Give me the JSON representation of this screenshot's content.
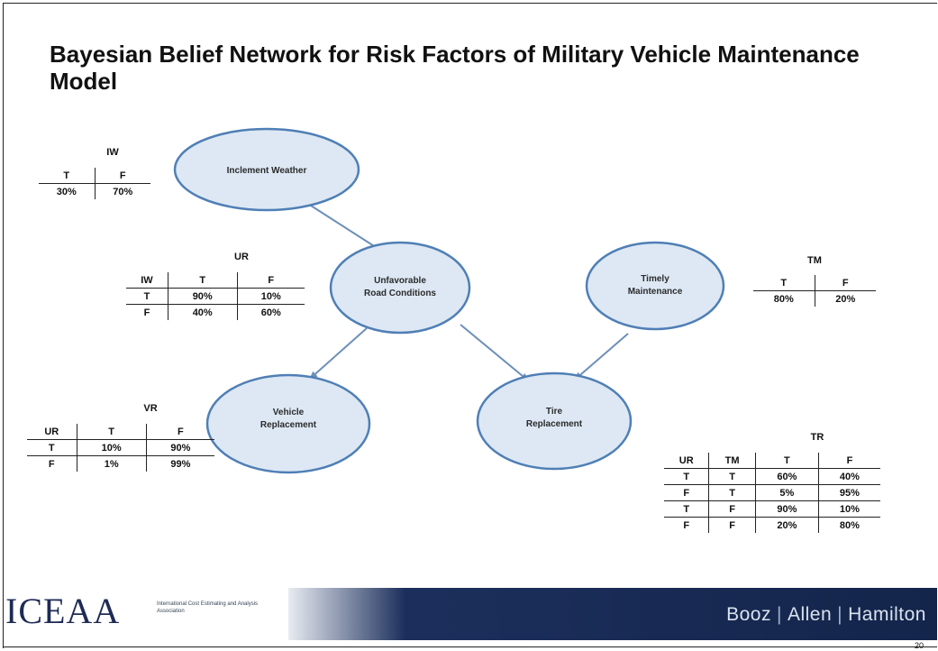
{
  "title": "Bayesian Belief Network for Risk Factors of Military Vehicle Maintenance Model",
  "nodes": {
    "iw": {
      "line1": "Inclement Weather",
      "line2": ""
    },
    "ur": {
      "line1": "Unfavorable",
      "line2": "Road Conditions"
    },
    "tm": {
      "line1": "Timely",
      "line2": "Maintenance"
    },
    "vr": {
      "line1": "Vehicle",
      "line2": "Replacement"
    },
    "tr": {
      "line1": "Tire",
      "line2": "Replacement"
    }
  },
  "tables": {
    "iw": {
      "title": "IW",
      "header": [
        "T",
        "F"
      ],
      "rows": [
        [
          "30%",
          "70%"
        ]
      ]
    },
    "ur": {
      "title": "UR",
      "header": [
        "IW",
        "T",
        "F"
      ],
      "rows": [
        [
          "T",
          "90%",
          "10%"
        ],
        [
          "F",
          "40%",
          "60%"
        ]
      ]
    },
    "tm": {
      "title": "TM",
      "header": [
        "T",
        "F"
      ],
      "rows": [
        [
          "80%",
          "20%"
        ]
      ]
    },
    "vr": {
      "title": "VR",
      "header": [
        "UR",
        "T",
        "F"
      ],
      "rows": [
        [
          "T",
          "10%",
          "90%"
        ],
        [
          "F",
          "1%",
          "99%"
        ]
      ]
    },
    "tr": {
      "title": "TR",
      "header": [
        "UR",
        "TM",
        "T",
        "F"
      ],
      "rows": [
        [
          "T",
          "T",
          "60%",
          "40%"
        ],
        [
          "F",
          "T",
          "5%",
          "95%"
        ],
        [
          "T",
          "F",
          "90%",
          "10%"
        ],
        [
          "F",
          "F",
          "20%",
          "80%"
        ]
      ]
    }
  },
  "footer": {
    "logo": "ICEAA",
    "logo_sub": "International Cost Estimating and Analysis Association",
    "booz": "Booz",
    "allen": "Allen",
    "hamilton": "Hamilton",
    "page": "20"
  },
  "colors": {
    "node_fill": "#dde8f4",
    "node_stroke": "#4f7fb5",
    "arrow": "#6d8fb8",
    "band": "#14254b"
  }
}
